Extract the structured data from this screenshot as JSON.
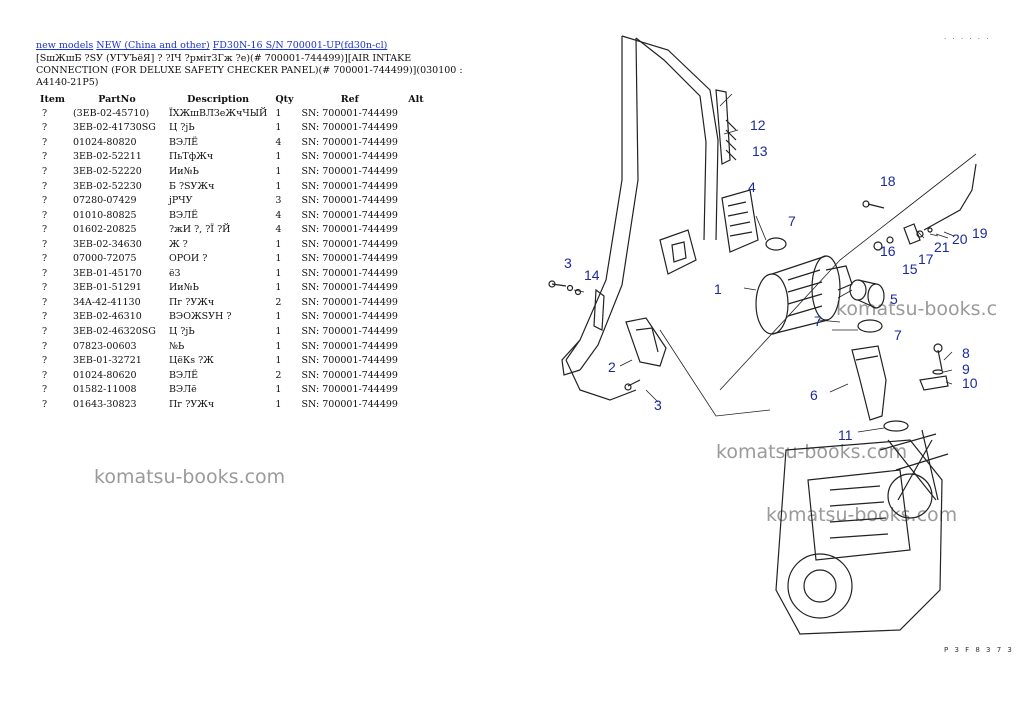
{
  "breadcrumb": {
    "link1": "new models",
    "link2": "NEW (China and other)",
    "link3": "FD30N-16 S/N 700001-UP(fd30n-cl)"
  },
  "title": "[ЅшЖшБ ?ЅУ (УГУЪёЯ] ? ?ІЧ ?рміт3Гж ?е)(# 700001-744499)][AIR INTAKE CONNECTION (FOR DELUXE SAFETY CHECKER PANEL)(# 700001-744499)](030100 : A4140-21P5)",
  "table": {
    "headers": [
      "Item",
      "PartNo",
      "Description",
      "Qty",
      "Ref",
      "Alt"
    ],
    "rows": [
      [
        "?",
        "(3EB-02-45710)",
        "ЇХЖшВЛЗеЖчЧЫЙ",
        "1",
        "SN: 700001-744499",
        ""
      ],
      [
        "?",
        "3EB-02-41730SG",
        "Ц ?јЬ",
        "1",
        "SN: 700001-744499",
        ""
      ],
      [
        "?",
        "01024-80820",
        "ВЭЛЁ",
        "4",
        "SN: 700001-744499",
        ""
      ],
      [
        "?",
        "3EB-02-52211",
        "ПьТфЖч",
        "1",
        "SN: 700001-744499",
        ""
      ],
      [
        "?",
        "3EB-02-52220",
        "Ии№Ь",
        "1",
        "SN: 700001-744499",
        ""
      ],
      [
        "?",
        "3EB-02-52230",
        "Б ?ЅУЖч",
        "1",
        "SN: 700001-744499",
        ""
      ],
      [
        "?",
        "07280-07429",
        "јРЧУ",
        "3",
        "SN: 700001-744499",
        ""
      ],
      [
        "?",
        "01010-80825",
        "ВЭЛЁ",
        "4",
        "SN: 700001-744499",
        ""
      ],
      [
        "?",
        "01602-20825",
        "?жИ ?, ?Ї ?Й",
        "4",
        "SN: 700001-744499",
        ""
      ],
      [
        "?",
        "3EB-02-34630",
        "Ж ?",
        "1",
        "SN: 700001-744499",
        ""
      ],
      [
        "?",
        "07000-72075",
        "ОРОИ ?",
        "1",
        "SN: 700001-744499",
        ""
      ],
      [
        "?",
        "3EB-01-45170",
        "ё3",
        "1",
        "SN: 700001-744499",
        ""
      ],
      [
        "?",
        "3EB-01-51291",
        "Ии№Ь",
        "1",
        "SN: 700001-744499",
        ""
      ],
      [
        "?",
        "34A-42-41130",
        "Пг ?УЖч",
        "2",
        "SN: 700001-744499",
        ""
      ],
      [
        "?",
        "3EB-02-46310",
        "ВЭОЖЅУН ?",
        "1",
        "SN: 700001-744499",
        ""
      ],
      [
        "?",
        "3EB-02-46320SG",
        "Ц ?јЬ",
        "1",
        "SN: 700001-744499",
        ""
      ],
      [
        "?",
        "07823-00603",
        "№Ь",
        "1",
        "SN: 700001-744499",
        ""
      ],
      [
        "?",
        "3EB-01-32721",
        "ЦёКѕ ?Ж",
        "1",
        "SN: 700001-744499",
        ""
      ],
      [
        "?",
        "01024-80620",
        "ВЭЛЁ",
        "2",
        "SN: 700001-744499",
        ""
      ],
      [
        "?",
        "01582-11008",
        "ВЭЛё",
        "1",
        "SN: 700001-744499",
        ""
      ],
      [
        "?",
        "01643-30823",
        "Пг ?УЖч",
        "1",
        "SN: 700001-744499",
        ""
      ]
    ]
  },
  "watermark": "komatsu-books.com",
  "watermark_short": "komatsu-books.c",
  "diagram": {
    "callouts": [
      "1",
      "2",
      "3",
      "3",
      "4",
      "5",
      "6",
      "7",
      "7",
      "7",
      "8",
      "9",
      "10",
      "11",
      "12",
      "13",
      "14",
      "15",
      "16",
      "17",
      "18",
      "19",
      "20",
      "21"
    ],
    "code": "P 3 F 8 3 7 3",
    "top_mark": ". . . . . ."
  },
  "colors": {
    "link": "#1a33cc",
    "callout": "#1b2b9c",
    "watermark": "#9a9a9a"
  }
}
